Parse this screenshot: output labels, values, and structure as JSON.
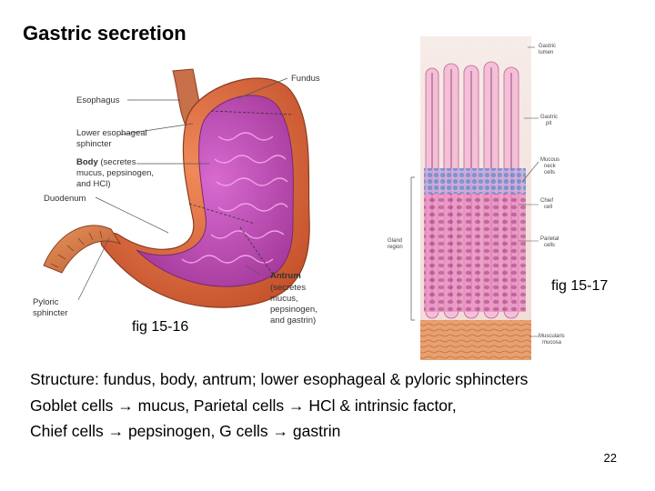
{
  "slide": {
    "title": "Gastric secretion",
    "page_number": "22"
  },
  "figure_stomach": {
    "caption": "fig 15-16",
    "labels": {
      "fundus": "Fundus",
      "esophagus": "Esophagus",
      "les_1": "Lower esophageal",
      "les_2": "sphincter",
      "body_1": "Body",
      "body_1b": "(secretes",
      "body_2": "mucus, pepsinogen,",
      "body_3": "and HCl)",
      "duodenum": "Duodenum",
      "pyloric_1": "Pyloric",
      "pyloric_2": "sphincter",
      "antrum_1": "Antrum",
      "antrum_2": "(secretes",
      "antrum_3": "mucus,",
      "antrum_4": "pepsinogen,",
      "antrum_5": "and gastrin)"
    }
  },
  "figure_gland": {
    "caption": "fig 15-17",
    "labels": {
      "lumen_1": "Gastric",
      "lumen_2": "lumen",
      "pit_1": "Gastric",
      "pit_2": "pit",
      "neck_1": "Mucous",
      "neck_2": "neck",
      "neck_3": "cells",
      "chief_1": "Chief",
      "chief_2": "cell",
      "parietal_1": "Parietal",
      "parietal_2": "cells",
      "gland_1": "Gland",
      "gland_2": "region",
      "musc_1": "Muscularis",
      "musc_2": "mucosa"
    }
  },
  "body_lines": [
    "Structure: fundus, body, antrum; lower esophageal & pyloric sphincters",
    "Goblet cells → mucus, Parietal cells → HCl & intrinsic factor,",
    "Chief cells →  pepsinogen, G cells → gastrin"
  ]
}
